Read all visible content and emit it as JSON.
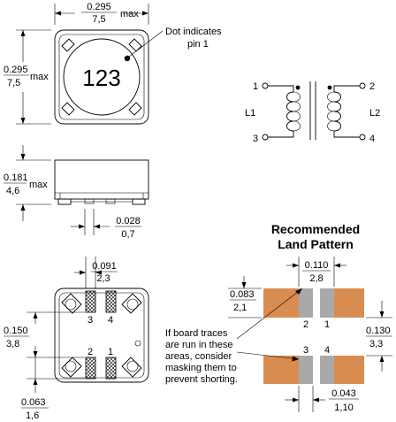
{
  "top_view": {
    "width_in": "0.295",
    "width_mm": "7,5",
    "width_suffix": "max",
    "height_in": "0.295",
    "height_mm": "7,5",
    "height_suffix": "max",
    "part_marking": "123",
    "pin1_note_line1": "Dot indicates",
    "pin1_note_line2": "pin 1"
  },
  "side_view": {
    "height_in": "0.181",
    "height_mm": "4,6",
    "height_suffix": "max",
    "terminal_in": "0.028",
    "terminal_mm": "0,7"
  },
  "schematic": {
    "pin1": "1",
    "pin2": "2",
    "pin3": "3",
    "pin4": "4",
    "coil1": "L1",
    "coil2": "L2"
  },
  "bottom_view": {
    "pad_width_in": "0.091",
    "pad_width_mm": "2,3",
    "pad_span_in": "0.150",
    "pad_span_mm": "3,8",
    "edge_in": "0.063",
    "edge_mm": "1,6",
    "pin_labels": [
      "3",
      "4",
      "2",
      "1"
    ]
  },
  "land_pattern": {
    "title_line1": "Recommended",
    "title_line2": "Land Pattern",
    "gap_in": "0.110",
    "gap_mm": "2,8",
    "pad_h_in": "0.083",
    "pad_h_mm": "2,1",
    "span_in": "0.130",
    "span_mm": "3,3",
    "pad_w_in": "0.043",
    "pad_w_mm": "1,10",
    "pin_labels": [
      "2",
      "1",
      "3",
      "4"
    ],
    "note_lines": [
      "If board traces",
      "are run in these",
      "areas, consider",
      "masking them to",
      "prevent shorting."
    ],
    "colors": {
      "pad": "#D98C50",
      "gray": "#A9A9A9",
      "outline": "#000000"
    }
  }
}
